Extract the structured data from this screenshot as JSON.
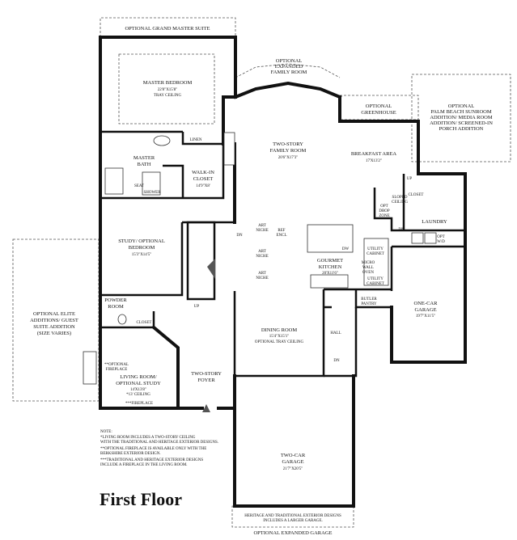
{
  "plan": {
    "title": "First Floor",
    "rooms": {
      "optional_grand_master_suite": "OPTIONAL GRAND MASTER SUITE",
      "master_bedroom": [
        "MASTER BEDROOM",
        "22'8\"X15'8\"",
        "TRAY CEILING"
      ],
      "optional_expanded_family_room": [
        "OPTIONAL",
        "EXPANDED",
        "FAMILY ROOM"
      ],
      "optional_greenhouse": [
        "OPTIONAL",
        "GREENHOUSE"
      ],
      "optional_sunroom": [
        "OPTIONAL",
        "PALM BEACH SUNROOM",
        "ADDITION/ MEDIA ROOM",
        "ADDITION/ SCREENED-IN",
        "PORCH ADDITION"
      ],
      "linen": "LINEN",
      "master_bath": [
        "MASTER",
        "BATH"
      ],
      "seat": "SEAT",
      "shower": "SHOWER",
      "walk_in_closet": [
        "WALK-IN",
        "CLOSET",
        "14'9\"X8'"
      ],
      "family_room": [
        "TWO-STORY",
        "FAMILY ROOM",
        "20'6\"X17'3\""
      ],
      "breakfast_area": [
        "BREAKFAST AREA",
        "17'X13'2\""
      ],
      "up": "UP",
      "closet": "CLOSET",
      "sloped_ceiling": [
        "SLOPED",
        "CEILING"
      ],
      "opt_drop_zone": [
        "OPT",
        "DROP",
        "ZONE"
      ],
      "laundry": "LAUNDRY",
      "dn": "DN",
      "opt_wd": [
        "OPT",
        "W/D"
      ],
      "study_bedroom": [
        "STUDY/ OPTIONAL",
        "BEDROOM",
        "15'3\"X14'5\""
      ],
      "art_niche": [
        "ART",
        "NICHE"
      ],
      "ref_encl": [
        "REF",
        "ENCL"
      ],
      "dw": "DW",
      "gourmet_kitchen": [
        "GOURMET",
        "KITCHEN",
        "20'X11'6\""
      ],
      "utility_cabinet": [
        "UTILITY",
        "CABINET"
      ],
      "micro_wall_oven": [
        "MICRO",
        "WALL",
        "OVEN"
      ],
      "one_car_garage": [
        "ONE-CAR",
        "GARAGE",
        "19'7\"X11'5\""
      ],
      "optional_elite": [
        "OPTIONAL ELITE",
        "ADDITIONS/ GUEST",
        "SUITE ADDITION",
        "(SIZE VARIES)"
      ],
      "powder_room": [
        "POWDER",
        "ROOM"
      ],
      "butler_pantry": [
        "BUTLER",
        "PANTRY"
      ],
      "dining_room": [
        "DINING ROOM",
        "15'4\"X15'1\"",
        "OPTIONAL TRAY CEILING"
      ],
      "hall": "HALL",
      "optional_fireplace": [
        "**OPTIONAL",
        "FIREPLACE"
      ],
      "living_room": [
        "LIVING ROOM/",
        "OPTIONAL STUDY",
        "14'X13'8\"",
        "*13' CEILING"
      ],
      "two_story_foyer": [
        "TWO-STORY",
        "FOYER"
      ],
      "fireplace_note": "***FIREPLACE",
      "two_car_garage": [
        "TWO-CAR",
        "GARAGE",
        "21'7\"X20'5\""
      ],
      "larger_garage_note": [
        "HERITAGE AND TRADITIONAL EXTERIOR DESIGNS",
        "INCLUDES A LARGER GARAGE."
      ],
      "optional_expanded_garage": "OPTIONAL EXPANDED GARAGE"
    },
    "notes": [
      "NOTE:",
      "*LIVING ROOM INCLUDES A TWO-STORY CEILING",
      "WITH THE TRADITIONAL AND HERITAGE EXTERIOR DESIGNS.",
      "**OPTIONAL FIREPLACE IS AVAILABLE ONLY WITH THE",
      "BERKSHIRE EXTERIOR DESIGN.",
      "***TRADITIONAL AND HERITAGE EXTERIOR DESIGNS",
      "INCLUDE A FIREPLACE IN THE LIVING ROOM."
    ]
  }
}
